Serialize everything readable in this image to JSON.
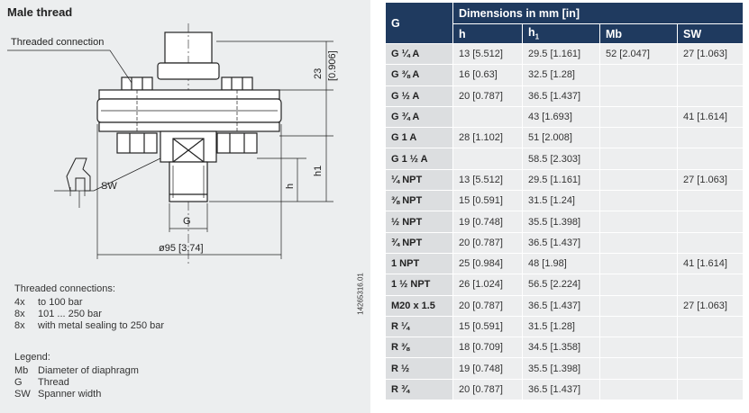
{
  "left": {
    "title": "Male thread",
    "drawing_labels": {
      "threaded_connection": "Threaded connection",
      "dim_23": "23",
      "dim_23_in": "[0.906]",
      "sw": "SW",
      "h": "h",
      "h1": "h1",
      "g": "G",
      "dia": "ø95  [3.74]"
    },
    "doc_number": "14265316.01",
    "threaded_connections": {
      "heading": "Threaded connections:",
      "items": [
        {
          "k": "4x",
          "v": "to 100 bar"
        },
        {
          "k": "8x",
          "v": "101 ... 250 bar"
        },
        {
          "k": "8x",
          "v": "with metal sealing to 250 bar"
        }
      ]
    },
    "legend": {
      "heading": "Legend:",
      "items": [
        {
          "k": "Mb",
          "v": "Diameter of diaphragm"
        },
        {
          "k": "G",
          "v": "Thread"
        },
        {
          "k": "SW",
          "v": "Spanner width"
        }
      ]
    }
  },
  "table": {
    "header": {
      "g": "G",
      "dims": "Dimensions in mm [in]",
      "cols": [
        "h",
        "h",
        "Mb",
        "SW"
      ],
      "h1_sub": "1"
    },
    "rows": [
      {
        "g": "G ¼ A",
        "h": "13 [5.512]",
        "h1": "29.5 [1.161]",
        "mb": "52 [2.047]",
        "sw": "27 [1.063]"
      },
      {
        "g": "G ⅜ A",
        "h": "16 [0.63]",
        "h1": "32.5 [1.28]",
        "mb": "",
        "sw": ""
      },
      {
        "g": "G ½ A",
        "h": "20 [0.787]",
        "h1": "36.5 [1.437]",
        "mb": "",
        "sw": ""
      },
      {
        "g": "G ¾ A",
        "h": "",
        "h1": "43 [1.693]",
        "mb": "",
        "sw": "41 [1.614]"
      },
      {
        "g": "G 1 A",
        "h": "28 [1.102]",
        "h1": "51 [2.008]",
        "mb": "",
        "sw": ""
      },
      {
        "g": "G 1 ½ A",
        "h": "",
        "h1": "58.5 [2.303]",
        "mb": "",
        "sw": ""
      },
      {
        "g": "¼ NPT",
        "h": "13 [5.512]",
        "h1": "29.5 [1.161]",
        "mb": "",
        "sw": "27 [1.063]"
      },
      {
        "g": "⅜ NPT",
        "h": "15 [0.591]",
        "h1": "31.5 [1.24]",
        "mb": "",
        "sw": ""
      },
      {
        "g": "½ NPT",
        "h": "19 [0.748]",
        "h1": "35.5 [1.398]",
        "mb": "",
        "sw": ""
      },
      {
        "g": "¾ NPT",
        "h": "20 [0.787]",
        "h1": "36.5 [1.437]",
        "mb": "",
        "sw": ""
      },
      {
        "g": "1 NPT",
        "h": "25 [0.984]",
        "h1": "48 [1.98]",
        "mb": "",
        "sw": "41 [1.614]"
      },
      {
        "g": "1 ½ NPT",
        "h": "26 [1.024]",
        "h1": "56.5 [2.224]",
        "mb": "",
        "sw": ""
      },
      {
        "g": "M20 x 1.5",
        "h": "20 [0.787]",
        "h1": "36.5 [1.437]",
        "mb": "",
        "sw": "27 [1.063]"
      },
      {
        "g": "R ¼",
        "h": "15 [0.591]",
        "h1": "31.5 [1.28]",
        "mb": "",
        "sw": ""
      },
      {
        "g": "R ⅜",
        "h": "18 [0.709]",
        "h1": "34.5 [1.358]",
        "mb": "",
        "sw": ""
      },
      {
        "g": "R ½",
        "h": "19 [0.748]",
        "h1": "35.5 [1.398]",
        "mb": "",
        "sw": ""
      },
      {
        "g": "R ¾",
        "h": "20 [0.787]",
        "h1": "36.5 [1.437]",
        "mb": "",
        "sw": ""
      }
    ]
  }
}
